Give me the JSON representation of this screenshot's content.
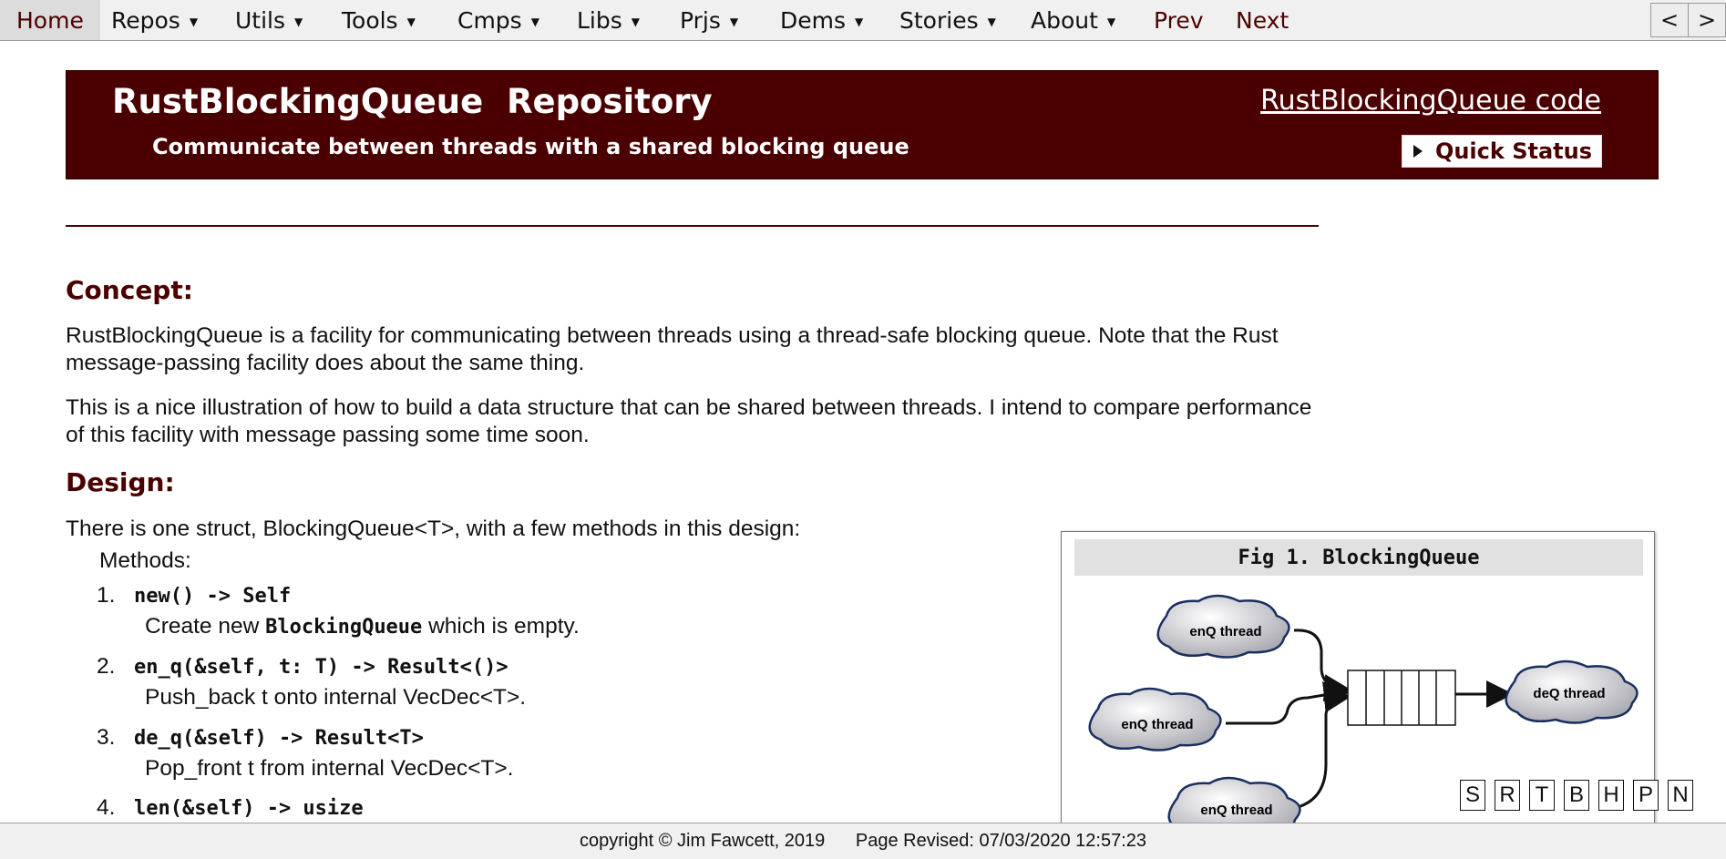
{
  "menu": {
    "home": "Home",
    "items": [
      "Repos",
      "Utils",
      "Tools",
      "Cmps",
      "Libs",
      "Prjs",
      "Dems",
      "Stories",
      "About"
    ],
    "prev": "Prev",
    "next": "Next",
    "nav_back": "<",
    "nav_forward": ">"
  },
  "banner": {
    "title": "RustBlockingQueue  Repository",
    "subtitle": "Communicate between threads with a shared blocking queue",
    "code_link": "RustBlockingQueue code",
    "quick_status": "Quick Status"
  },
  "concept": {
    "heading": "Concept:",
    "para1": "RustBlockingQueue is a facility for communicating between threads using a thread-safe blocking queue. Note that the Rust message-passing facility does about the same thing.",
    "para2": "This is a nice illustration of how to build a data structure that can be shared between threads. I intend to compare performance of this facility with message passing some time soon."
  },
  "design": {
    "heading": "Design:",
    "intro": "There is one struct, BlockingQueue<T>, with a few methods in this design:",
    "methods_label": "Methods:",
    "methods": [
      {
        "num": "1.",
        "sig": "new() -> Self",
        "desc_pre": "Create new ",
        "desc_code": "BlockingQueue",
        "desc_post": " which is empty."
      },
      {
        "num": "2.",
        "sig": "en_q(&self, t: T) -> Result<()>",
        "desc_pre": "Push_back t onto internal VecDec<T>.",
        "desc_code": "",
        "desc_post": ""
      },
      {
        "num": "3.",
        "sig": "de_q(&self) -> Result<T>",
        "desc_pre": "Pop_front t from internal VecDec<T>.",
        "desc_code": "",
        "desc_post": ""
      },
      {
        "num": "4.",
        "sig": "len(&self) -> usize",
        "desc_pre": "",
        "desc_code": "",
        "desc_post": ""
      }
    ]
  },
  "figure": {
    "caption": "Fig 1. BlockingQueue",
    "enq_label": "enQ thread",
    "deq_label": "deQ thread"
  },
  "page_buttons": [
    "S",
    "R",
    "T",
    "B",
    "H",
    "P",
    "N"
  ],
  "footer": {
    "copyright": "copyright © Jim Fawcett, 2019",
    "revised": "Page Revised: 07/03/2020 12:57:23"
  }
}
